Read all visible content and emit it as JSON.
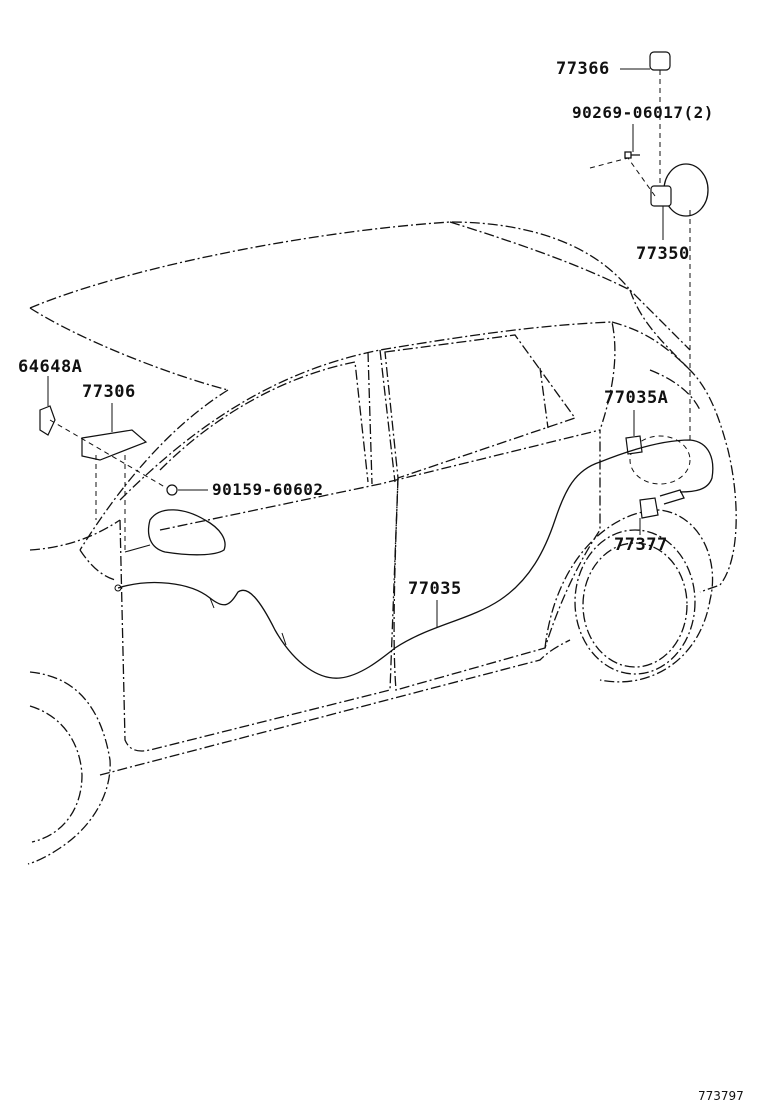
{
  "diagram": {
    "parts": [
      {
        "id": "part-77366",
        "label": "77366"
      },
      {
        "id": "part-90269-06017",
        "label": "90269-06017(2)"
      },
      {
        "id": "part-77350",
        "label": "77350"
      },
      {
        "id": "part-64648a",
        "label": "64648A"
      },
      {
        "id": "part-77306",
        "label": "77306"
      },
      {
        "id": "part-77035a",
        "label": "77035A"
      },
      {
        "id": "part-90159-60602",
        "label": "90159-60602"
      },
      {
        "id": "part-77377",
        "label": "77377"
      },
      {
        "id": "part-77035",
        "label": "77035"
      }
    ],
    "figure_number": "773797"
  }
}
